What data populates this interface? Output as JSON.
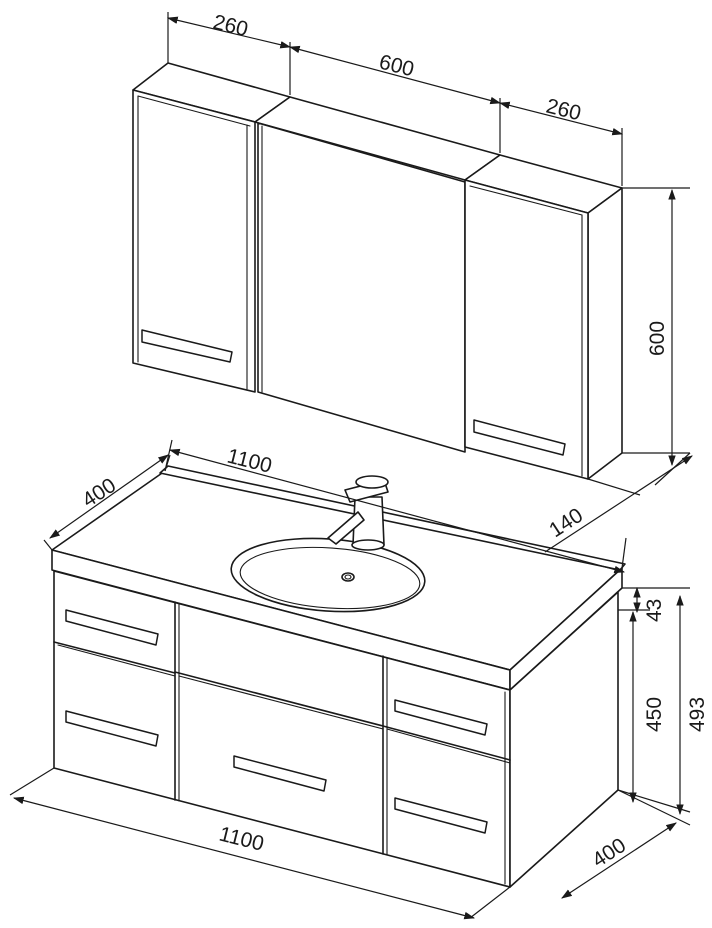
{
  "dimensions": {
    "mirror_left_width": "260",
    "mirror_center_width": "600",
    "mirror_right_width": "260",
    "mirror_height": "600",
    "mirror_depth": "140",
    "top_width": "1100",
    "top_depth": "400",
    "top_thickness": "43",
    "body_height": "450",
    "total_height": "493",
    "base_width": "1100",
    "base_depth": "400"
  }
}
